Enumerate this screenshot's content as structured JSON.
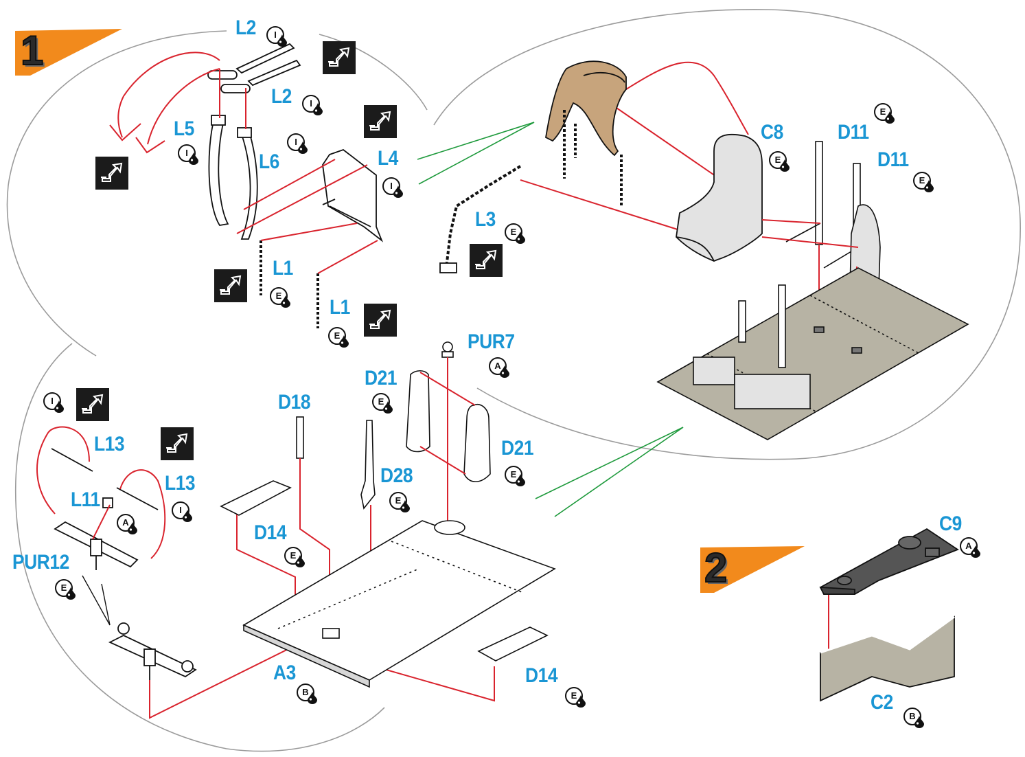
{
  "steps": [
    {
      "id": "step1",
      "number": "1"
    },
    {
      "id": "step2",
      "number": "2"
    }
  ],
  "labels": [
    {
      "id": "l2a",
      "text": "L2"
    },
    {
      "id": "l2b",
      "text": "L2"
    },
    {
      "id": "l5",
      "text": "L5"
    },
    {
      "id": "l6",
      "text": "L6"
    },
    {
      "id": "l4",
      "text": "L4"
    },
    {
      "id": "l3",
      "text": "L3"
    },
    {
      "id": "l1a",
      "text": "L1"
    },
    {
      "id": "l1b",
      "text": "L1"
    },
    {
      "id": "c8",
      "text": "C8"
    },
    {
      "id": "d11a",
      "text": "D11"
    },
    {
      "id": "d11b",
      "text": "D11"
    },
    {
      "id": "pur7",
      "text": "PUR7"
    },
    {
      "id": "d21a",
      "text": "D21"
    },
    {
      "id": "d21b",
      "text": "D21"
    },
    {
      "id": "d18",
      "text": "D18"
    },
    {
      "id": "d28",
      "text": "D28"
    },
    {
      "id": "l13a",
      "text": "L13"
    },
    {
      "id": "l13b",
      "text": "L13"
    },
    {
      "id": "l11",
      "text": "L11"
    },
    {
      "id": "pur12",
      "text": "PUR12"
    },
    {
      "id": "d14a",
      "text": "D14"
    },
    {
      "id": "d14b",
      "text": "D14"
    },
    {
      "id": "a3",
      "text": "A3"
    },
    {
      "id": "c9",
      "text": "C9"
    },
    {
      "id": "c2",
      "text": "C2"
    }
  ],
  "codes": [
    {
      "id": "c-l2a",
      "letter": "I"
    },
    {
      "id": "c-l2b",
      "letter": "I"
    },
    {
      "id": "c-l5",
      "letter": "I"
    },
    {
      "id": "c-l6",
      "letter": "I"
    },
    {
      "id": "c-l4",
      "letter": "I"
    },
    {
      "id": "c-l3",
      "letter": "E"
    },
    {
      "id": "c-l1a",
      "letter": "E"
    },
    {
      "id": "c-l1b",
      "letter": "E"
    },
    {
      "id": "c-c8",
      "letter": "E"
    },
    {
      "id": "c-d11a",
      "letter": "E"
    },
    {
      "id": "c-d11b",
      "letter": "E"
    },
    {
      "id": "c-pur7",
      "letter": "A"
    },
    {
      "id": "c-d21a",
      "letter": "E"
    },
    {
      "id": "c-d21b",
      "letter": "E"
    },
    {
      "id": "c-d28",
      "letter": "E"
    },
    {
      "id": "c-l13top",
      "letter": "I"
    },
    {
      "id": "c-l13b",
      "letter": "I"
    },
    {
      "id": "c-l11",
      "letter": "A"
    },
    {
      "id": "c-pur12",
      "letter": "E"
    },
    {
      "id": "c-d14a",
      "letter": "E"
    },
    {
      "id": "c-d14b",
      "letter": "E"
    },
    {
      "id": "c-a3",
      "letter": "B"
    },
    {
      "id": "c-c9",
      "letter": "A"
    },
    {
      "id": "c-c2",
      "letter": "B"
    }
  ],
  "colors": {
    "label": "#1a96d4",
    "assembly_line": "#d9232d",
    "zoom_line": "#1e9a3c",
    "step_flag": "#f28a1c",
    "outline": "#9b9b9b",
    "floor": "#b7b3a4",
    "seat": "#e3e3e3",
    "strap": "#c7a47c",
    "icon_bg": "#1b1b1b"
  },
  "icons": {
    "paint_drop": "paint-drop-icon",
    "reference_arrow": "reference-arrow-icon"
  }
}
